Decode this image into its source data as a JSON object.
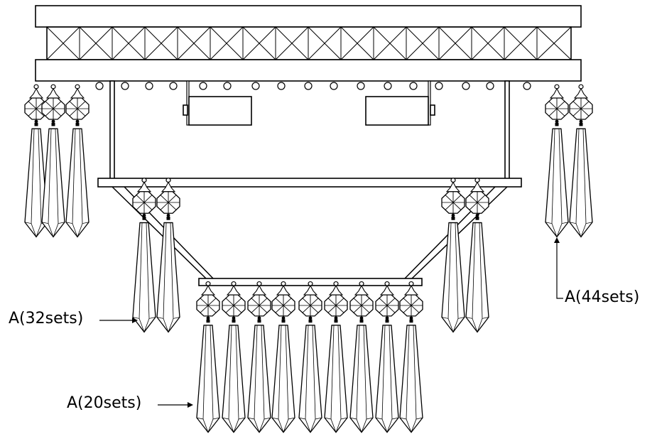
{
  "labels": {
    "a32": "A(32sets)",
    "a44": "A(44sets)",
    "a20": "A(20sets)"
  }
}
